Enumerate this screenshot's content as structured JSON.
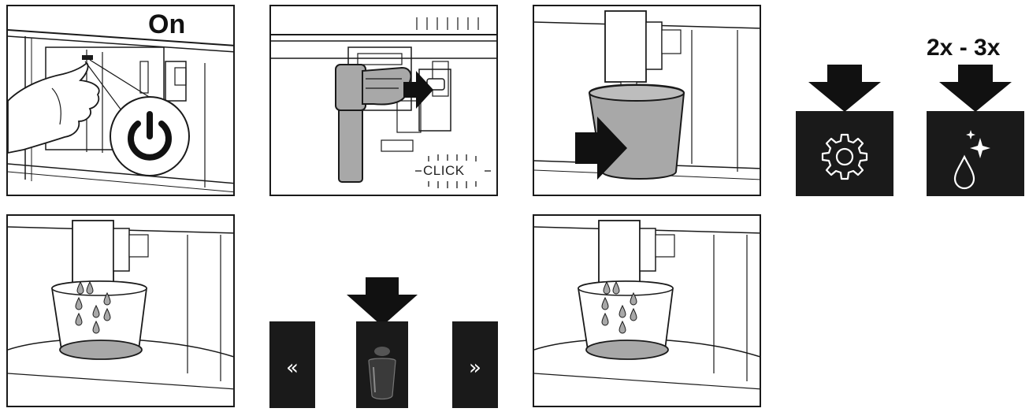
{
  "panel1": {
    "label": "On",
    "icon": "power-icon"
  },
  "panel2": {
    "label": "CLICK"
  },
  "panel3": {},
  "tiles": {
    "repeat_label": "2x - 3x",
    "settings_icon": "gear-icon",
    "rinse_icon": "water-drop-sparkle-icon"
  },
  "panel4": {},
  "nav": {
    "prev_glyph": "«",
    "next_glyph": "»",
    "item_icon": "glass-icon"
  },
  "panel6": {},
  "colors": {
    "ink": "#1a1a1a",
    "gray_fill": "#a8a8a8",
    "white": "#ffffff"
  }
}
